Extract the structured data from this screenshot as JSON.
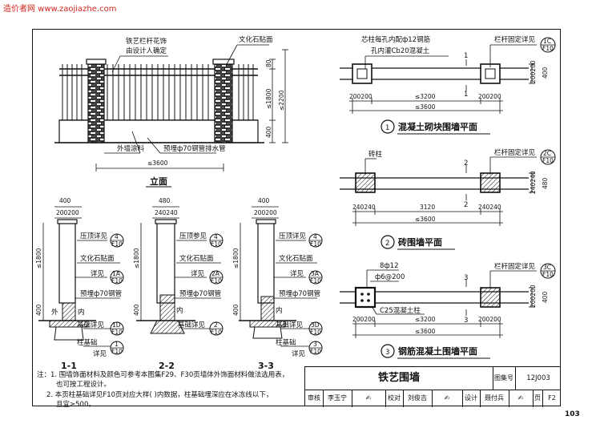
{
  "watermark": "造价者网 www.zaojiazhe.com",
  "elevation": {
    "label_railing": "铁艺栏杆花饰",
    "label_railing2": "由设计人确定",
    "label_stone": "文化石贴面",
    "label_paint": "外墙涂料",
    "label_pipe": "预埋ф70钢管排水管",
    "dim_80": "80",
    "dim_1800": "≤1800",
    "dim_2200": "≤2200",
    "dim_400": "400",
    "dim_3600": "≤3600",
    "caption": "立面"
  },
  "sections": {
    "s1": {
      "w_total": "400",
      "w_parts": "200200",
      "dim_h": "≤1800",
      "dim_400": "400",
      "label": "1-1",
      "cap": "压顶详见",
      "capref": [
        "4",
        "F10"
      ],
      "stone": "文化石贴面",
      "detail": "详见",
      "detref": [
        "1A",
        "F10"
      ],
      "pipe": "预埋ф70钢管",
      "inner": "内",
      "outer": "外",
      "base": "基础详见",
      "baseref": [
        "1D",
        "F10"
      ],
      "col": "柱基础",
      "col2": "详见",
      "colref": [
        "1",
        "F10"
      ]
    },
    "s2": {
      "w_total": "480",
      "w_parts": "240240",
      "dim_h": "≤1800",
      "dim_400": "400",
      "label": "2-2",
      "cap": "压顶参见",
      "capref": [
        "4",
        "F10"
      ],
      "stone": "文化石贴面",
      "detail": "详见",
      "detref": [
        "2A",
        "F10"
      ],
      "pipe": "预埋ф70钢管",
      "inner": "内",
      "base": "基础详见",
      "baseref": [
        "2",
        "F10"
      ]
    },
    "s3": {
      "w_total": "400",
      "w_parts": "200200",
      "dim_h": "≤1800",
      "dim_400": "400",
      "label": "3-3",
      "cap": "压顶详见",
      "capref": [
        "4",
        "F10"
      ],
      "stone": "文化石贴面",
      "detail": "详见",
      "detref": [
        "3A",
        "F10"
      ],
      "pipe": "预埋ф70钢管",
      "inner": "内",
      "base": "基础详见",
      "baseref": [
        "3D",
        "F10"
      ],
      "col": "柱基础",
      "col2": "详见",
      "colref": [
        "3",
        "F10"
      ]
    }
  },
  "plan1": {
    "note1": "芯柱每孔内配ф12钢筋",
    "note2": "孔内灌Cb20混凝土",
    "fix": "栏杆固定详见",
    "fixref": [
      "1C",
      "F10"
    ],
    "cut": "1",
    "dim_left": "200200",
    "dim_right": "200200",
    "dim_mid": "≤3200",
    "dim_total": "≤3600",
    "dim_v": "200200",
    "dim_v2": "400",
    "num": "1",
    "title": "混凝土砌块围墙平面"
  },
  "plan2": {
    "pier": "砖柱",
    "fix": "栏杆固定详见",
    "fixref": [
      "2C",
      "F10"
    ],
    "cut": "2",
    "dim_left": "240240",
    "dim_right": "240240",
    "dim_mid": "3120",
    "dim_total": "≤3600",
    "dim_v": "240240",
    "dim_v2": "480",
    "num": "2",
    "title": "砖围墙平面"
  },
  "plan3": {
    "bar1": "8ф12",
    "bar2": "ф6@200",
    "conc": "C25混凝土柱",
    "fix": "栏杆固定详见",
    "fixref": [
      "3C",
      "F10"
    ],
    "cut": "3",
    "dim_left": "200200",
    "dim_right": "200200",
    "dim_mid": "≤3200",
    "dim_total": "≤3600",
    "dim_v": "200200",
    "dim_v2": "400",
    "num": "3",
    "title": "钢筋混凝土围墙平面"
  },
  "notes": [
    "注：1. 围墙饰面材料及颜色可参考本图集F29、F30页墙体外饰面材料做法选用表，",
    "也可按工程设计。",
    "2. 本页柱基础详见F10页对应大样( )内数据，柱基础埋深应在冰冻线以下，",
    "且宜≥500。"
  ],
  "titleblock": {
    "title": "铁艺围墙",
    "atlas_label": "图集号",
    "atlas_value": "12J003",
    "review": "审核",
    "reviewer": "李玉宁",
    "check": "校对",
    "checker": "刘俊吉",
    "design": "设计",
    "designer": "聂付兵",
    "page_label": "页",
    "page_value": "F2"
  },
  "page_number": "103"
}
